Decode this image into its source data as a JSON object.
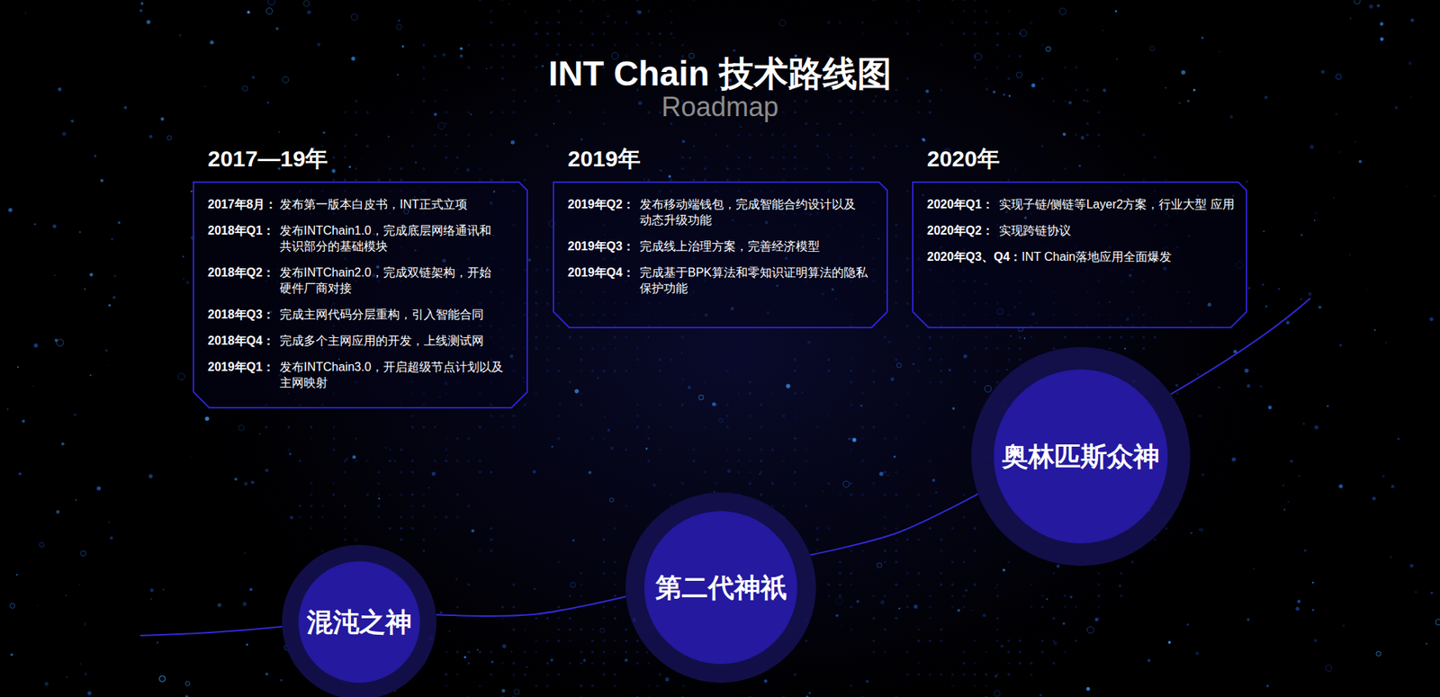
{
  "diagram": {
    "title": "INT Chain 技术路线图",
    "nodes": [
      {
        "text": [
          "2017—19年",
          "2017年8月：",
          "发布第一版本白皮书，INT正式立项",
          "2018年Q1：",
          "发布INTChain1.0，完成底层网络通讯和 共识部分的基础模块",
          "2018年Q2：",
          "发布INTChain2.0，完成双链架构，开始 硬件厂商对接",
          "2018年Q3：",
          "完成主网代码分层重构，引入智能合同",
          "2018年Q4：",
          "完成多个主网应用的开发，上线测试网",
          "2019年Q1：",
          "发布INTChain3.0，开启超级节点计划以及 主网映射"
        ]
      },
      {
        "text": [
          "2019年",
          "2019年Q2：",
          "发布移动端钱包，完成智能合约设计以及 动态升级功能",
          "2019年Q3：",
          "完成线上治理方案，完善经济模型",
          "2019年Q4：",
          "完成基于BPK算法和零知识证明算法的隐私 保护功能"
        ]
      },
      {
        "text": [
          "2020年",
          "2020年Q1：",
          "实现子链/侧链等Layer2方案，行业大型 应用",
          "2020年Q2：",
          "实现跨链协议",
          "2020年Q3、Q4：",
          "INT Chain落地应用全面爆发"
        ]
      },
      {
        "text": [
          "混沌之神"
        ]
      },
      {
        "text": [
          "第二代神祇"
        ]
      },
      {
        "text": [
          "奥林匹斯众神"
        ]
      }
    ],
    "edges": [
      {
        "from": 3,
        "to": 4,
        "arrow": "none"
      },
      {
        "from": 4,
        "to": 5,
        "arrow": "none"
      }
    ],
    "labels": [
      "Roadmap"
    ]
  }
}
